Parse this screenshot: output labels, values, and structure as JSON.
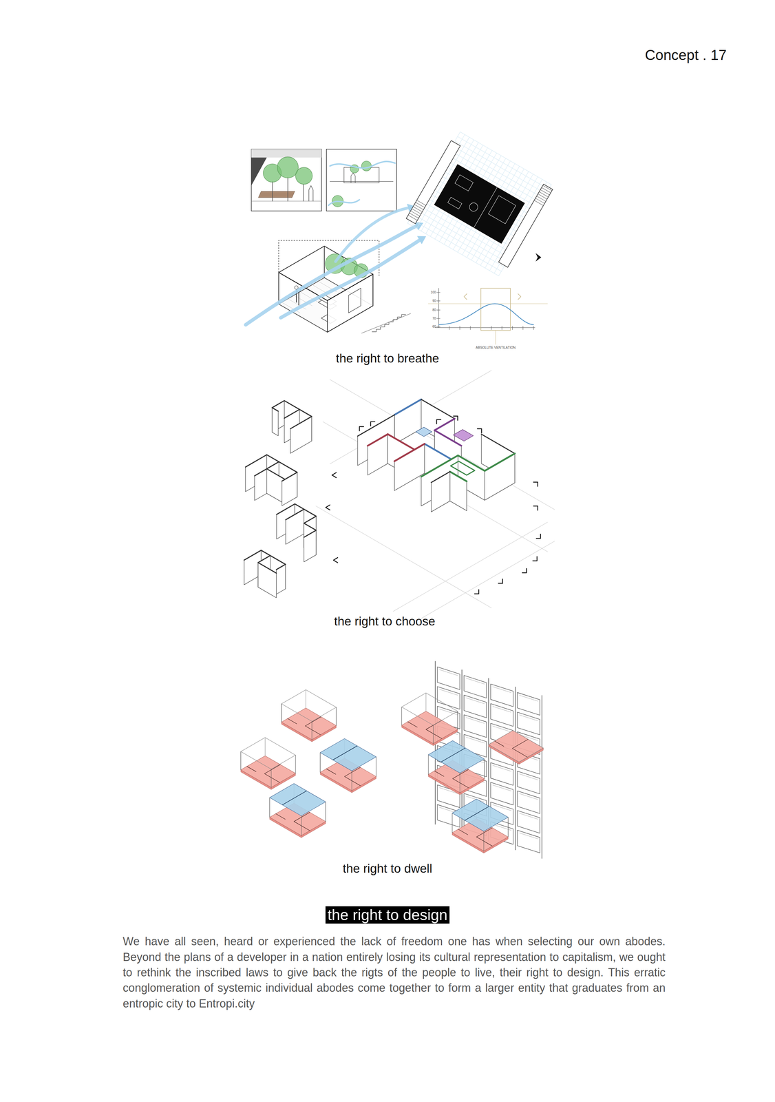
{
  "diagram": {
    "title": "the right to design",
    "labels": [
      "Concept . 17",
      "the right to breathe",
      "the right to choose",
      "the right to dwell",
      "We have all seen, heard or experienced the lack of freedom one has when selecting our own abodes. Beyond the plans of a developer in a nation entirely losing its cultural representation to capitalism, we ought to rethink the inscribed laws to give back the rigts of the people to live, their right to design. This erratic conglomeration of systemic individual abodes come together to form a larger entity that graduates from an entropic city to Entropi.city",
      "100",
      "90",
      "80",
      "70",
      "60",
      "ABSOLUTE VENTILATION"
    ]
  }
}
